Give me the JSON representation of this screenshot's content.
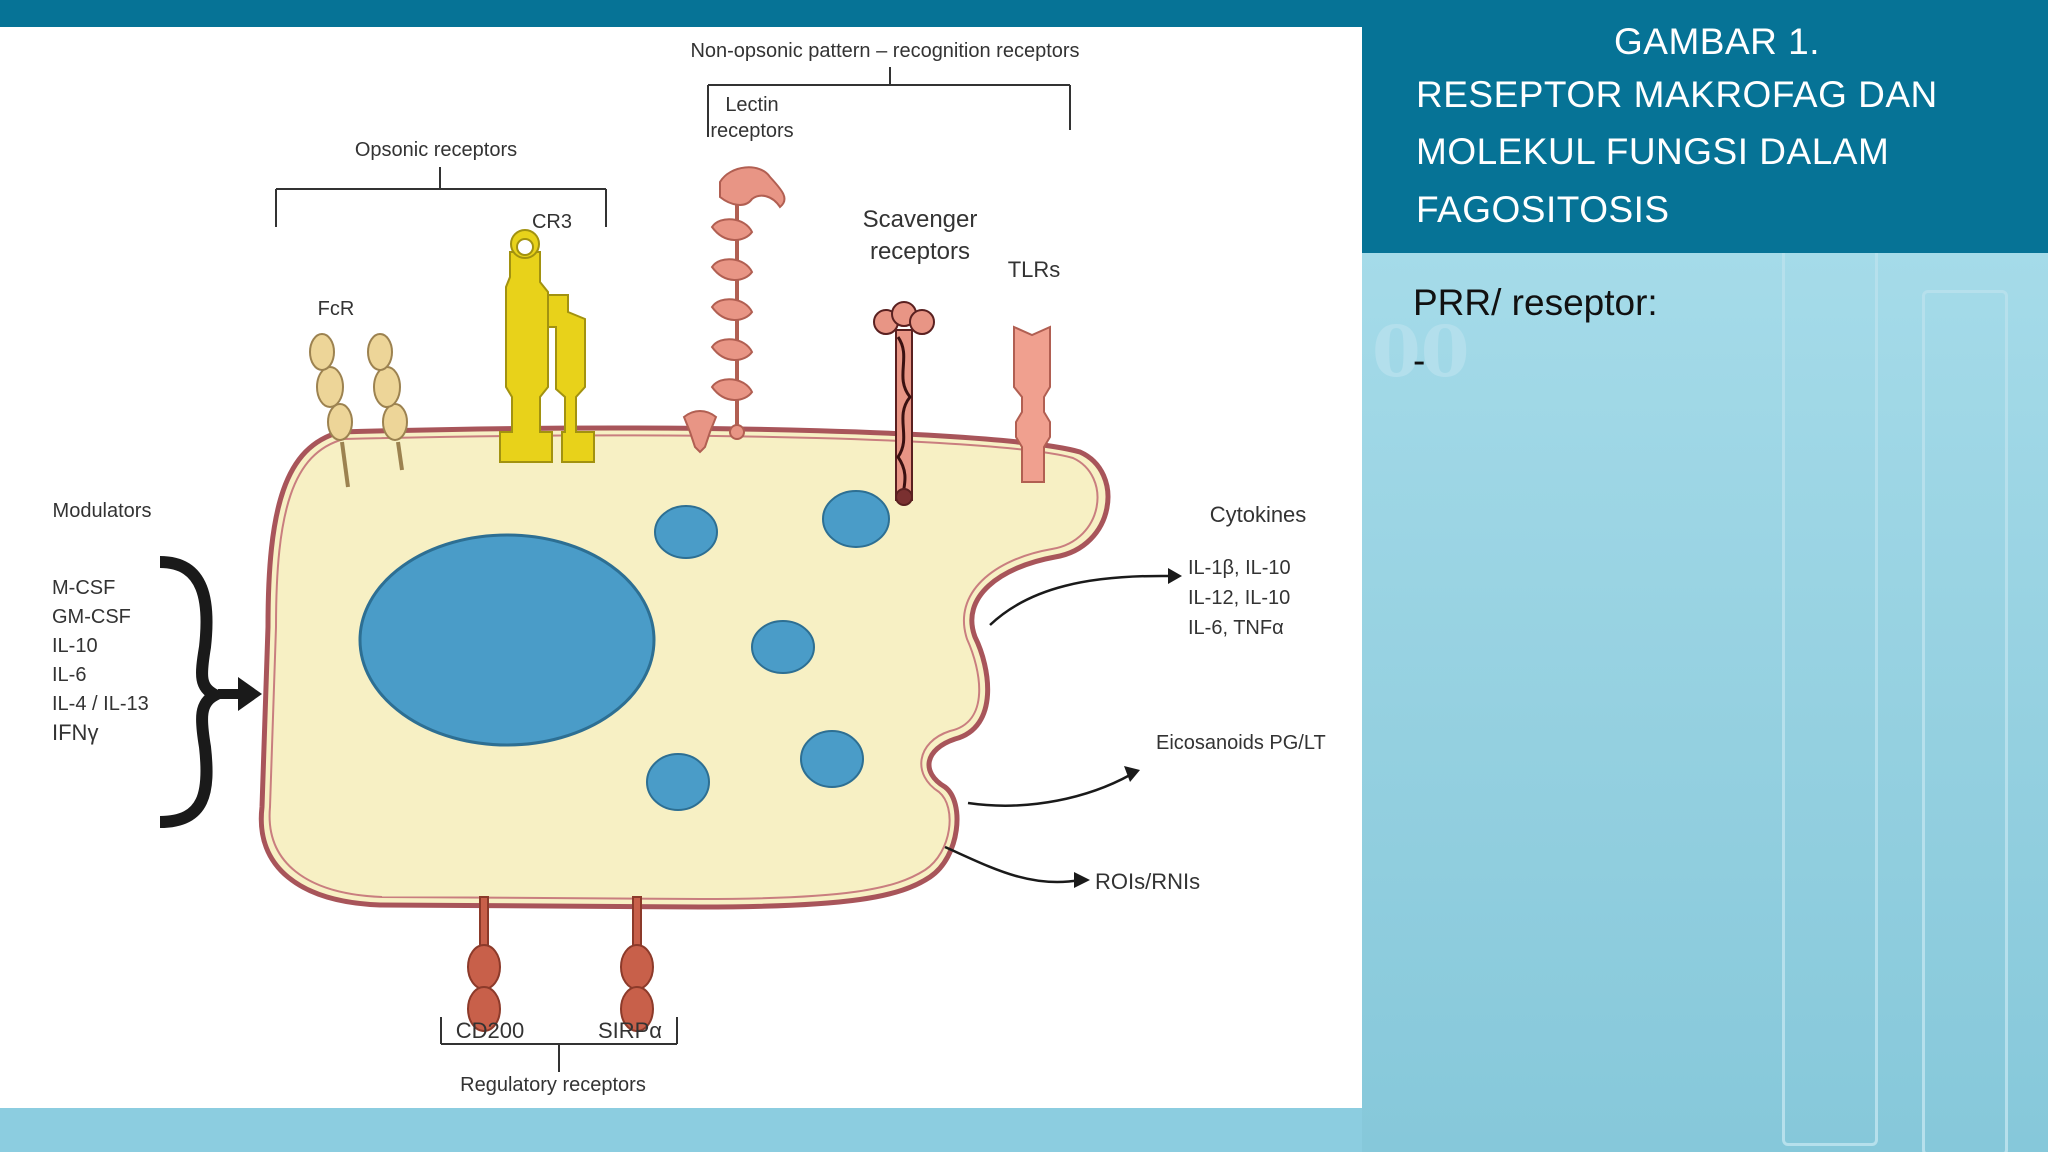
{
  "slide": {
    "title_lines": [
      "GAMBAR 1.",
      "RESEPTOR MAKROFAG DAN",
      "MOLEKUL FUNGSI DALAM",
      "FAGOSITOSIS"
    ],
    "body_heading": "PRR/ reseptor:",
    "body_bullet": "-"
  },
  "diagram": {
    "labels": {
      "non_opsonic": "Non-opsonic pattern – recognition receptors",
      "lectin": [
        "Lectin",
        "receptors"
      ],
      "opsonic": "Opsonic receptors",
      "cr3": "CR3",
      "fcr": "FcR",
      "scavenger": [
        "Scavenger",
        "receptors"
      ],
      "tlrs": "TLRs",
      "modulators": "Modulators",
      "modulator_items": [
        "M-CSF",
        "GM-CSF",
        "IL-10",
        "IL-6",
        "IL-4 / IL-13",
        "IFNγ"
      ],
      "cytokines": "Cytokines",
      "cytokine_items": [
        "IL-1β, IL-10",
        "IL-12, IL-10",
        "IL-6, TNFα"
      ],
      "eicosanoids": "Eicosanoids PG/LT",
      "rois": "ROIs/RNIs",
      "cd200": "CD200",
      "sirp": "SIRPα",
      "regulatory": "Regulatory receptors"
    }
  },
  "colors": {
    "header_bg": "#067396",
    "cell_fill": "#f7f0c4",
    "membrane": "#a8555a",
    "nucleus": "#4a9cc8",
    "cr3": "#e8d21a",
    "fcr": "#edd598",
    "lectin": "#e89585",
    "regulatory_receptor": "#c8604a"
  }
}
